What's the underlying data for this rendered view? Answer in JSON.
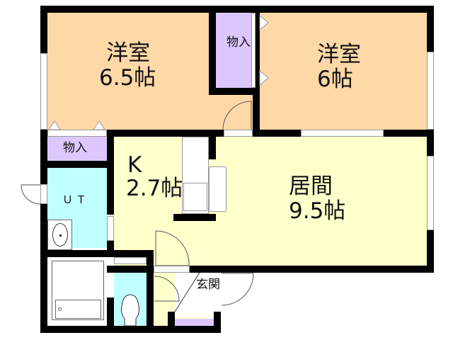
{
  "floorplan": {
    "colors": {
      "western_room": "#ffd8a8",
      "storage": "#dcc8ff",
      "kitchen_living": "#ffffcc",
      "wet_area": "#c0ffff",
      "wall": "#000000"
    },
    "rooms": [
      {
        "id": "western-room-1",
        "name": "洋室",
        "size": "6.5帖"
      },
      {
        "id": "western-room-2",
        "name": "洋室",
        "size": "6帖"
      },
      {
        "id": "kitchen",
        "name": "K",
        "size": "2.7帖"
      },
      {
        "id": "living",
        "name": "居間",
        "size": "9.5帖"
      },
      {
        "id": "utility",
        "name": "ＵＴ"
      },
      {
        "id": "entrance",
        "name": "玄関"
      }
    ],
    "storage": [
      {
        "id": "closet-top",
        "label": "物入",
        "vertical": true
      },
      {
        "id": "closet-left",
        "label": "物入"
      }
    ]
  }
}
